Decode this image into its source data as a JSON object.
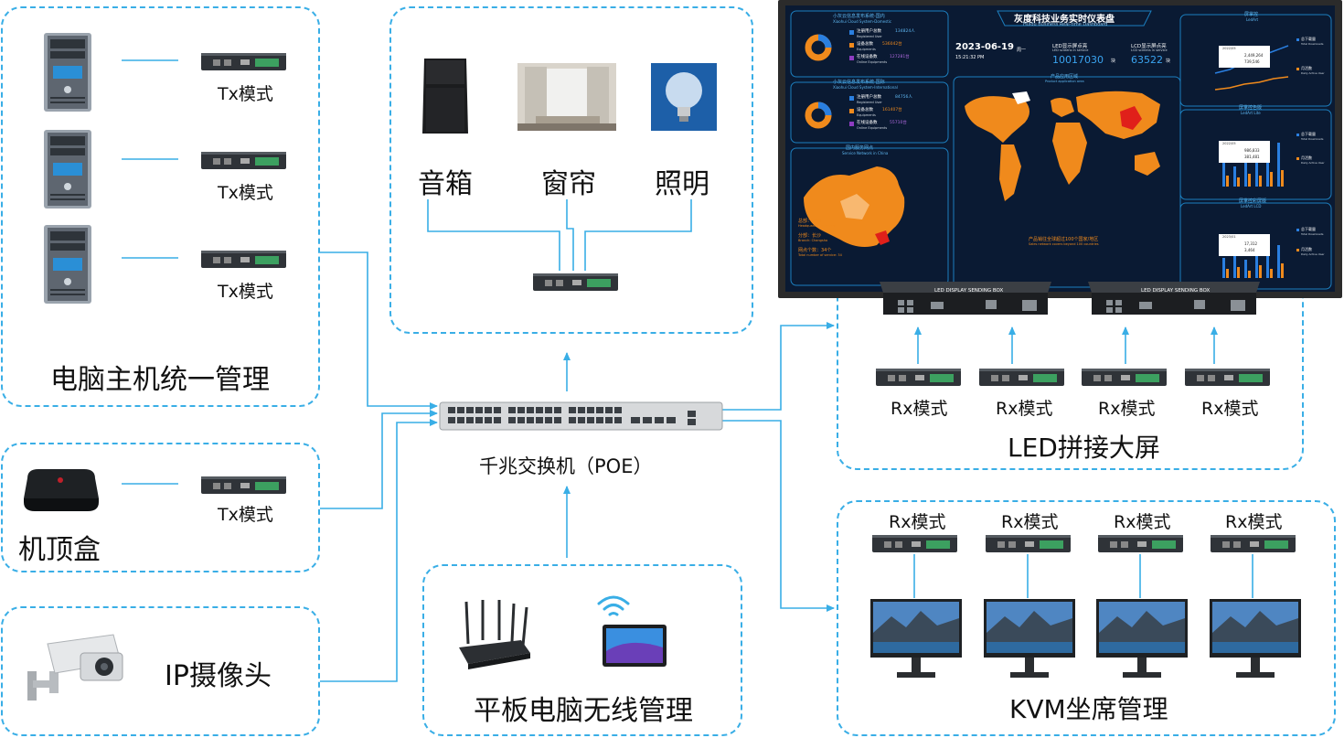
{
  "groups": {
    "pc": "电脑主机统一管理",
    "stb": "机顶盒",
    "camera": "IP摄像头",
    "home": {
      "speaker": "音箱",
      "curtain": "窗帘",
      "lighting": "照明"
    },
    "tablet": "平板电脑无线管理",
    "led": "LED拼接大屏",
    "kvm": "KVM坐席管理"
  },
  "switch_label": "千兆交换机（POE）",
  "tx_mode": "Tx模式",
  "rx_mode": "Rx模式",
  "led_box_label": "LED DISPLAY SENDING BOX",
  "dashboard": {
    "title": "灰度科技业务实时仪表盘",
    "subtitle": "Huidu Business Real-time Dashboard",
    "date": "2023-06-19",
    "weekday": "周一",
    "time": "15:21:32 PM",
    "domestic_title": "小灰云信息发布系统-国内",
    "domestic_sub": "Xiaohui Cloud System-Domestic",
    "intl_title": "小灰云信息发布系统-国际",
    "intl_sub": "Xiaohui Cloud System-International",
    "stat_reg": "注册用户总数",
    "stat_reg_en": "Registered User",
    "stat_eq": "设备总数",
    "stat_eq_en": "Equipments",
    "stat_online": "在线设备数",
    "stat_online_en": "Online Equipments",
    "dom_reg": "134824人",
    "dom_eq": "536042台",
    "dom_online": "127281台",
    "int_reg": "84756人",
    "int_eq": "161407台",
    "int_online": "55710台",
    "led_label": "LED显示屏点亮",
    "led_sub": "LED screens in service",
    "led_value": "10017030",
    "led_unit": "块",
    "lcd_label": "LCD显示屏点亮",
    "lcd_sub": "LCD screens in service",
    "lcd_value": "63522",
    "lcd_unit": "块",
    "area_title": "产品应用区域",
    "area_sub": "Product application area",
    "china_title": "国内服务网点",
    "china_sub": "Service Network in China",
    "hq": "总部：深圳",
    "hq_en": "Headquarter: Shenzhen",
    "branch": "分部：长沙",
    "branch_en": "Branch: Changsha",
    "outlets": "网点个数：34个",
    "outlets_en": "Total number of service: 34",
    "world_note": "产品销往全球超过100个国家/地区",
    "world_note_en": "Sales network covers beyond 100 countries",
    "r1_title": "屏掌控",
    "r1_sub": "LedArt",
    "r2_title": "屏掌控色版",
    "r2_sub": "LedArt Lite",
    "r3_title": "屏掌控彩屏版",
    "r3_sub": "LedArt LCD",
    "downloads": "总下载量",
    "downloads_en": "Total Downloads",
    "dau": "月活数",
    "dau_en": "Daily Active User",
    "r1_month": "2022/05",
    "r1_dl": "2,449,264",
    "r1_dau": "739,546",
    "r2_month": "2022/05",
    "r2_dl": "986,833",
    "r2_dau": "381,481",
    "r3_month": "2023/01",
    "r3_dl": "17,312",
    "r3_dau": "3,464"
  },
  "colors": {
    "accent": "#39aee6",
    "orange": "#f08a1c",
    "dashbg": "#0a1a33",
    "red": "#e0201a"
  }
}
